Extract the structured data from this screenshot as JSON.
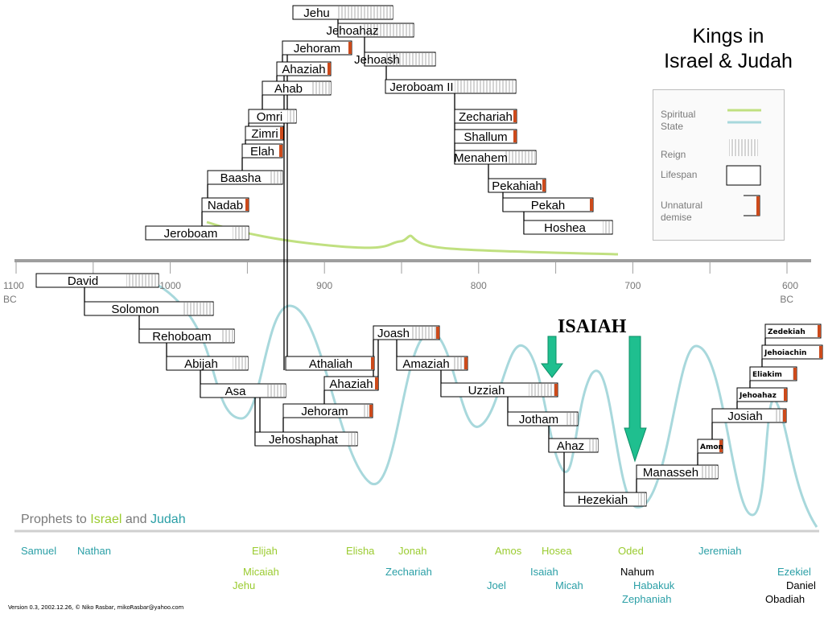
{
  "title": {
    "line1": "Kings in",
    "line2": "Israel & Judah"
  },
  "legend": {
    "spiritual_state": "Spiritual State",
    "reign": "Reign",
    "lifespan": "Lifespan",
    "unnatural_demise": "Unnatural demise"
  },
  "colors": {
    "israel": "#c0e080",
    "judah": "#a8d8dc",
    "axis": "#9e9e9e",
    "demise": "#cc4a1b",
    "arrow": "#1fbf8f",
    "israel_text": "#9acb2f",
    "judah_text": "#2a9fa6"
  },
  "axis": {
    "ticks": [
      "1100",
      "1000",
      "900",
      "800",
      "700",
      "600"
    ],
    "era_left": "BC",
    "era_right": "BC"
  },
  "israel_kings": [
    {
      "name": "Jehu"
    },
    {
      "name": "Jehoahaz"
    },
    {
      "name": "Jehoram"
    },
    {
      "name": "Jehoash"
    },
    {
      "name": "Ahaziah"
    },
    {
      "name": "Ahab"
    },
    {
      "name": "Jeroboam II"
    },
    {
      "name": "Omri"
    },
    {
      "name": "Zechariah"
    },
    {
      "name": "Zimri"
    },
    {
      "name": "Shallum"
    },
    {
      "name": "Elah"
    },
    {
      "name": "Menahem"
    },
    {
      "name": "Baasha"
    },
    {
      "name": "Pekahiah"
    },
    {
      "name": "Nadab"
    },
    {
      "name": "Pekah"
    },
    {
      "name": "Hoshea"
    },
    {
      "name": "Jeroboam"
    }
  ],
  "judah_kings": [
    {
      "name": "David"
    },
    {
      "name": "Solomon"
    },
    {
      "name": "Rehoboam"
    },
    {
      "name": "Abijah"
    },
    {
      "name": "Asa"
    },
    {
      "name": "Jehoshaphat"
    },
    {
      "name": "Jehoram"
    },
    {
      "name": "Ahaziah"
    },
    {
      "name": "Athaliah"
    },
    {
      "name": "Joash"
    },
    {
      "name": "Amaziah"
    },
    {
      "name": "Uzziah"
    },
    {
      "name": "Jotham"
    },
    {
      "name": "Ahaz"
    },
    {
      "name": "Hezekiah"
    },
    {
      "name": "Manasseh"
    },
    {
      "name": "Amon"
    },
    {
      "name": "Josiah"
    },
    {
      "name": "Jehoahaz"
    },
    {
      "name": "Eliakim"
    },
    {
      "name": "Jehoiachin"
    },
    {
      "name": "Zedekiah"
    }
  ],
  "annotation": {
    "isaiah": "ISAIAH"
  },
  "prophets_header": {
    "prefix": "Prophets to ",
    "israel": "Israel",
    "and": " and ",
    "judah": "Judah"
  },
  "prophets": [
    {
      "name": "Samuel",
      "nation": "judah"
    },
    {
      "name": "Nathan",
      "nation": "judah"
    },
    {
      "name": "Elijah",
      "nation": "israel"
    },
    {
      "name": "Micaiah",
      "nation": "israel"
    },
    {
      "name": "Jehu",
      "nation": "israel"
    },
    {
      "name": "Elisha",
      "nation": "israel"
    },
    {
      "name": "Jonah",
      "nation": "israel"
    },
    {
      "name": "Zechariah",
      "nation": "judah"
    },
    {
      "name": "Amos",
      "nation": "israel"
    },
    {
      "name": "Hosea",
      "nation": "israel"
    },
    {
      "name": "Joel",
      "nation": "judah"
    },
    {
      "name": "Isaiah",
      "nation": "judah"
    },
    {
      "name": "Micah",
      "nation": "judah"
    },
    {
      "name": "Oded",
      "nation": "israel"
    },
    {
      "name": "Nahum",
      "nation": "other"
    },
    {
      "name": "Habakuk",
      "nation": "judah"
    },
    {
      "name": "Zephaniah",
      "nation": "judah"
    },
    {
      "name": "Jeremiah",
      "nation": "judah"
    },
    {
      "name": "Ezekiel",
      "nation": "judah"
    },
    {
      "name": "Daniel",
      "nation": "other"
    },
    {
      "name": "Obadiah",
      "nation": "other"
    }
  ],
  "version": "Version 0.3, 2002.12.26, © Niko Rasbar, mikoRasbar@yahoo.com"
}
